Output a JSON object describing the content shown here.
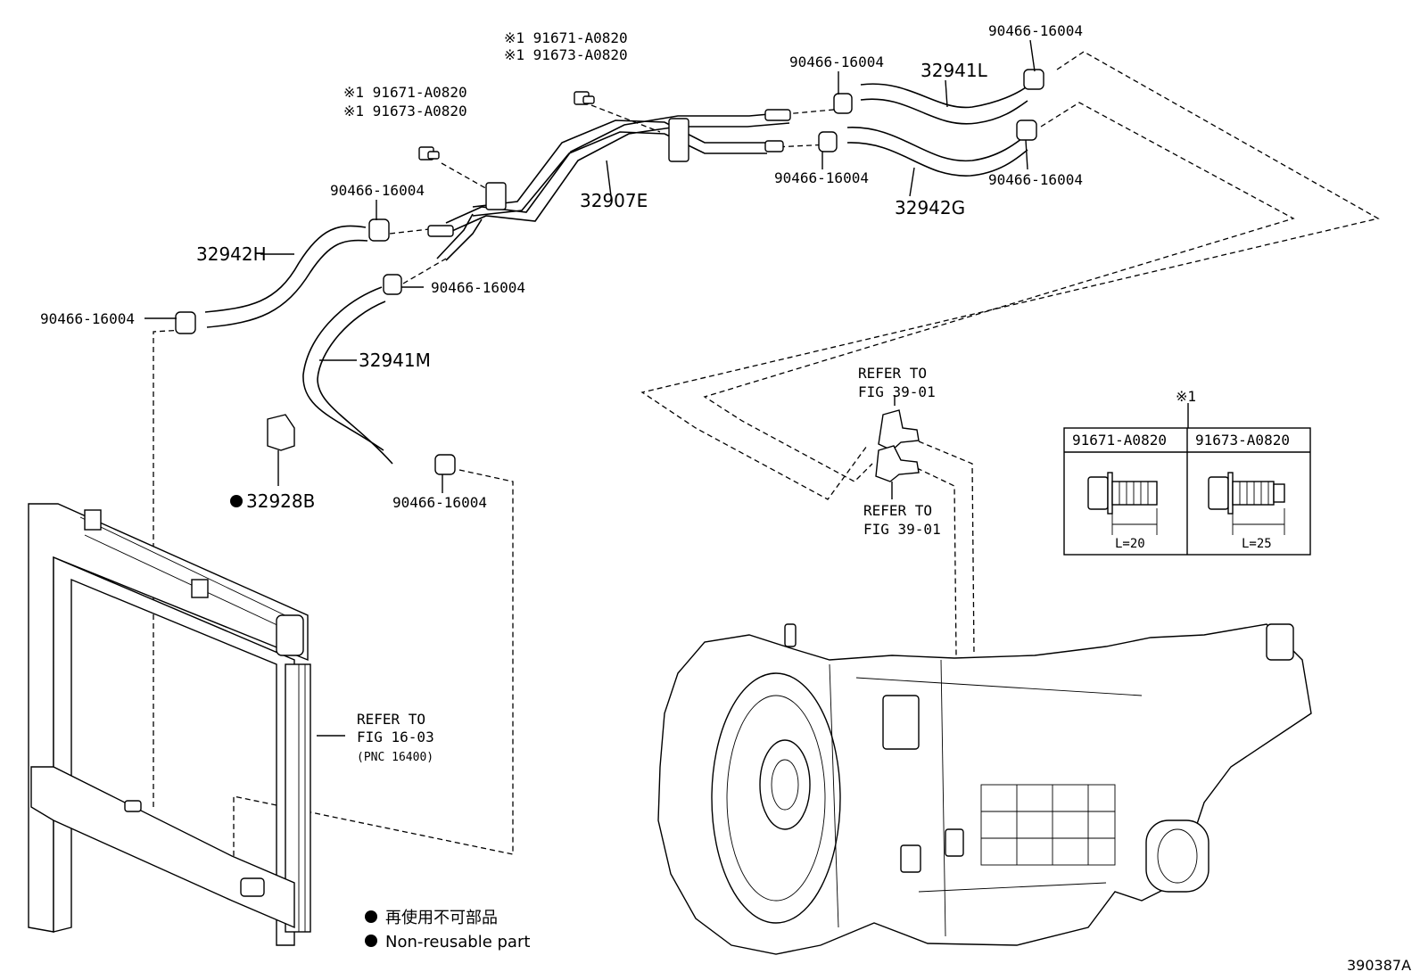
{
  "labels": {
    "top_bolt_a1": "※1 91671-A0820",
    "top_bolt_a2": "※1 91673-A0820",
    "mid_bolt_b1": "※1 91671-A0820",
    "mid_bolt_b2": "※1 91673-A0820",
    "clamp_top_right": "90466-16004",
    "clamp_top_mid": "90466-16004",
    "clamp_right_lower": "90466-16004",
    "clamp_mid_lower": "90466-16004",
    "clamp_left_upper": "90466-16004",
    "clamp_center": "90466-16004",
    "clamp_left": "90466-16004",
    "clamp_bottom": "90466-16004",
    "hose_32941L": "32941L",
    "hose_32942G": "32942G",
    "pipe_32907E": "32907E",
    "hose_32942H": "32942H",
    "hose_32941M": "32941M",
    "bracket_32928B": "32928B"
  },
  "refs": {
    "fig39_a_line1": "REFER TO",
    "fig39_a_line2": "FIG 39-01",
    "fig39_b_line1": "REFER TO",
    "fig39_b_line2": "FIG 39-01",
    "fig16_line1": "REFER TO",
    "fig16_line2": "FIG 16-03",
    "fig16_line3": "(PNC 16400)"
  },
  "table": {
    "marker": "※1",
    "col1_header": "91671-A0820",
    "col2_header": "91673-A0820",
    "col1_length": "L=20",
    "col2_length": "L=25"
  },
  "legend": {
    "jp": "再使用不可部品",
    "en": "Non-reusable part"
  },
  "figure_id": "390387A"
}
